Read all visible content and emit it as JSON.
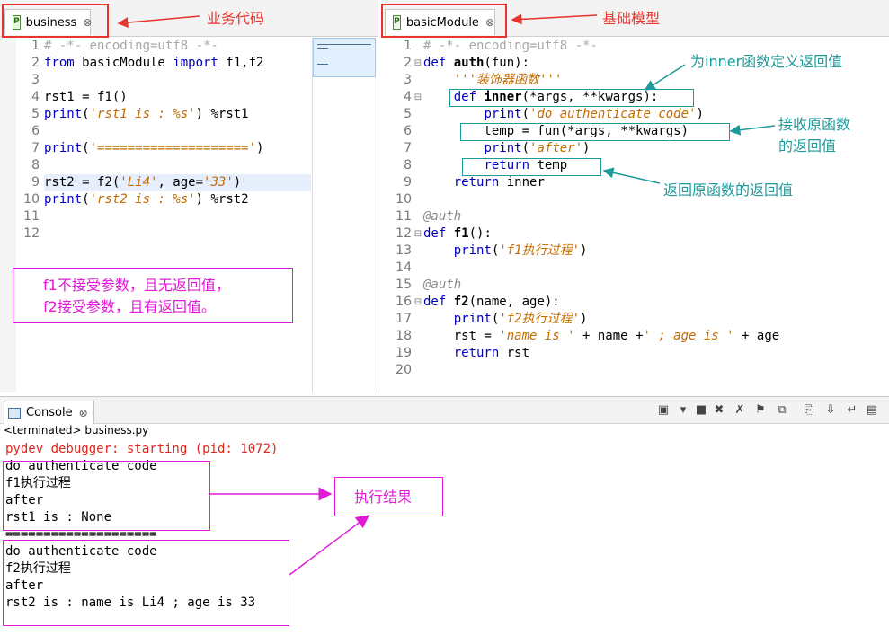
{
  "left_editor": {
    "tab_label": "business",
    "tab_close": "⊗",
    "lines": [
      {
        "n": "1",
        "parts": [
          {
            "t": "# -*- encoding=utf8 -*-",
            "c": "com"
          }
        ]
      },
      {
        "n": "2",
        "parts": [
          {
            "t": "from",
            "c": "kw"
          },
          {
            "t": " basicModule ",
            "c": ""
          },
          {
            "t": "import",
            "c": "kw"
          },
          {
            "t": " f1,f2",
            "c": ""
          }
        ]
      },
      {
        "n": "3",
        "parts": []
      },
      {
        "n": "4",
        "parts": [
          {
            "t": "rst1 = f1()",
            "c": ""
          }
        ]
      },
      {
        "n": "5",
        "parts": [
          {
            "t": "print",
            "c": "kw"
          },
          {
            "t": "(",
            "c": ""
          },
          {
            "t": "'rst1 is : %s'",
            "c": "str"
          },
          {
            "t": ") %rst1",
            "c": ""
          }
        ]
      },
      {
        "n": "6",
        "parts": []
      },
      {
        "n": "7",
        "parts": [
          {
            "t": "print",
            "c": "kw"
          },
          {
            "t": "(",
            "c": ""
          },
          {
            "t": "'===================='",
            "c": "str"
          },
          {
            "t": ")",
            "c": ""
          }
        ]
      },
      {
        "n": "8",
        "parts": []
      },
      {
        "n": "9",
        "parts": [
          {
            "t": "rst2 = f2(",
            "c": ""
          },
          {
            "t": "'Li4'",
            "c": "str"
          },
          {
            "t": ", age=",
            "c": ""
          },
          {
            "t": "'33'",
            "c": "str"
          },
          {
            "t": ")",
            "c": ""
          }
        ],
        "highlight": true
      },
      {
        "n": "10",
        "parts": [
          {
            "t": "print",
            "c": "kw"
          },
          {
            "t": "(",
            "c": ""
          },
          {
            "t": "'rst2 is : %s'",
            "c": "str"
          },
          {
            "t": ") %rst2",
            "c": ""
          }
        ]
      },
      {
        "n": "11",
        "parts": []
      },
      {
        "n": "12",
        "parts": []
      }
    ]
  },
  "right_editor": {
    "tab_label": "basicModule",
    "tab_close": "⊗",
    "lines": [
      {
        "n": "1",
        "parts": [
          {
            "t": "# -*- encoding=utf8 -*-",
            "c": "com"
          }
        ]
      },
      {
        "n": "2",
        "fold": "⊟",
        "parts": [
          {
            "t": "def",
            "c": "kw"
          },
          {
            "t": " ",
            "c": ""
          },
          {
            "t": "auth",
            "c": "fn"
          },
          {
            "t": "(fun):",
            "c": ""
          }
        ]
      },
      {
        "n": "3",
        "parts": [
          {
            "t": "    ",
            "c": ""
          },
          {
            "t": "'''装饰器函数'''",
            "c": "str"
          }
        ]
      },
      {
        "n": "4",
        "fold": "⊟",
        "parts": [
          {
            "t": "    ",
            "c": ""
          },
          {
            "t": "def",
            "c": "kw"
          },
          {
            "t": " ",
            "c": ""
          },
          {
            "t": "inner",
            "c": "fn"
          },
          {
            "t": "(*args, **kwargs):",
            "c": ""
          }
        ]
      },
      {
        "n": "5",
        "parts": [
          {
            "t": "        ",
            "c": ""
          },
          {
            "t": "print",
            "c": "kw"
          },
          {
            "t": "(",
            "c": ""
          },
          {
            "t": "'do authenticate code'",
            "c": "str"
          },
          {
            "t": ")",
            "c": ""
          }
        ]
      },
      {
        "n": "6",
        "parts": [
          {
            "t": "        temp = fun(*args, **kwargs)",
            "c": ""
          }
        ]
      },
      {
        "n": "7",
        "parts": [
          {
            "t": "        ",
            "c": ""
          },
          {
            "t": "print",
            "c": "kw"
          },
          {
            "t": "(",
            "c": ""
          },
          {
            "t": "'after'",
            "c": "str"
          },
          {
            "t": ")",
            "c": ""
          }
        ]
      },
      {
        "n": "8",
        "parts": [
          {
            "t": "        ",
            "c": ""
          },
          {
            "t": "return",
            "c": "kw"
          },
          {
            "t": " temp",
            "c": ""
          }
        ]
      },
      {
        "n": "9",
        "parts": [
          {
            "t": "    ",
            "c": ""
          },
          {
            "t": "return",
            "c": "kw"
          },
          {
            "t": " inner",
            "c": ""
          }
        ]
      },
      {
        "n": "10",
        "parts": []
      },
      {
        "n": "11",
        "parts": [
          {
            "t": "@auth",
            "c": "deco"
          }
        ]
      },
      {
        "n": "12",
        "fold": "⊟",
        "parts": [
          {
            "t": "def",
            "c": "kw"
          },
          {
            "t": " ",
            "c": ""
          },
          {
            "t": "f1",
            "c": "fn"
          },
          {
            "t": "():",
            "c": ""
          }
        ]
      },
      {
        "n": "13",
        "parts": [
          {
            "t": "    ",
            "c": ""
          },
          {
            "t": "print",
            "c": "kw"
          },
          {
            "t": "(",
            "c": ""
          },
          {
            "t": "'f1执行过程'",
            "c": "str"
          },
          {
            "t": ")",
            "c": ""
          }
        ]
      },
      {
        "n": "14",
        "parts": []
      },
      {
        "n": "15",
        "parts": [
          {
            "t": "@auth",
            "c": "deco"
          }
        ]
      },
      {
        "n": "16",
        "fold": "⊟",
        "parts": [
          {
            "t": "def",
            "c": "kw"
          },
          {
            "t": " ",
            "c": ""
          },
          {
            "t": "f2",
            "c": "fn"
          },
          {
            "t": "(name, age):",
            "c": ""
          }
        ]
      },
      {
        "n": "17",
        "parts": [
          {
            "t": "    ",
            "c": ""
          },
          {
            "t": "print",
            "c": "kw"
          },
          {
            "t": "(",
            "c": ""
          },
          {
            "t": "'f2执行过程'",
            "c": "str"
          },
          {
            "t": ")",
            "c": ""
          }
        ]
      },
      {
        "n": "18",
        "parts": [
          {
            "t": "    rst = ",
            "c": ""
          },
          {
            "t": "'name is '",
            "c": "str"
          },
          {
            "t": " + name +",
            "c": ""
          },
          {
            "t": "' ; age is '",
            "c": "str"
          },
          {
            "t": " + age",
            "c": ""
          }
        ]
      },
      {
        "n": "19",
        "parts": [
          {
            "t": "    ",
            "c": ""
          },
          {
            "t": "return",
            "c": "kw"
          },
          {
            "t": " rst",
            "c": ""
          }
        ]
      },
      {
        "n": "20",
        "parts": []
      }
    ]
  },
  "console": {
    "tab_label": "Console",
    "tab_close": "⊗",
    "terminated": "<terminated> business.py",
    "lines": [
      {
        "t": "pydev debugger: starting (pid: 1072)",
        "red": true
      },
      {
        "t": "do authenticate code"
      },
      {
        "t": "f1执行过程"
      },
      {
        "t": "after"
      },
      {
        "t": "rst1 is : None"
      },
      {
        "t": "===================="
      },
      {
        "t": "do authenticate code"
      },
      {
        "t": "f2执行过程"
      },
      {
        "t": "after"
      },
      {
        "t": "rst2 is : name is Li4 ; age is 33"
      }
    ],
    "toolbar_icons": [
      "display-console-icon",
      "dropdown-icon",
      "stop-icon",
      "remove-launch-icon",
      "remove-all-icon",
      "pin-icon",
      "copy-icon",
      "clear-icon",
      "scroll-lock-icon",
      "word-wrap-icon",
      "show-on-output-icon"
    ]
  },
  "annotations": {
    "business_code": "业务代码",
    "basic_model": "基础模型",
    "inner_return": "为inner函数定义返回值",
    "receive_line1": "接收原函数",
    "receive_line2": "的返回值",
    "return_orig": "返回原函数的返回值",
    "note_line1": "f1不接受参数，且无返回值，",
    "note_line2": "f2接受参数，且有返回值。",
    "exec_result": "执行结果"
  },
  "colors": {
    "keyword": "#0000c0",
    "string": "#c16c00",
    "comment": "#a8a8a8",
    "annotation_red": "#e8342c",
    "annotation_teal": "#1e9a9a",
    "annotation_magenta": "#e01ad6"
  }
}
